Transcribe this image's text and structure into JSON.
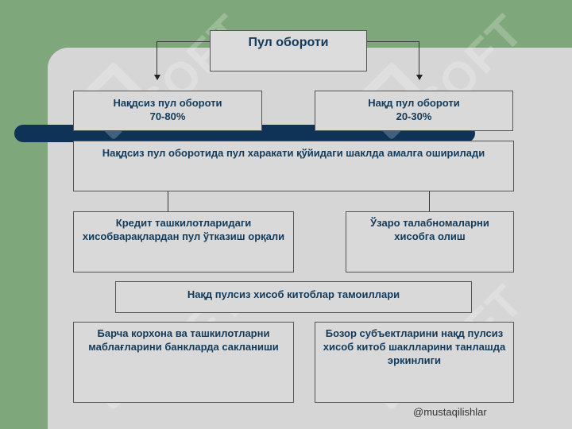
{
  "diagram": {
    "title": "Пул обороти",
    "cashless": {
      "name": "Нақдсиз пул обороти",
      "share": "70-80%"
    },
    "cash": {
      "name": "Нақд пул обороти",
      "share": "20-30%"
    },
    "cashless_movement": "Нақдсиз пул оборотида пул харакати қўйидаги шаклда амалга оширилади",
    "transfer": "Кредит ташкилотларидаги хисобварақлардан пул ўтказиш орқали",
    "offset": "Ўзаро талабномаларни хисобга олиш",
    "principles": "Нақд пулсиз хисоб китоблар тамоиллари",
    "principle_1": "Барча корхона ва ташкилотларни маблағларини банкларда сакланиши",
    "principle_2": "Бозор субъектларини  нақд пулсиз хисоб китоб шаклларини танлашда эркинлиги"
  },
  "footer": {
    "handle": "@mustaqilishlar"
  },
  "watermark": {
    "text": "SOFT"
  },
  "colors": {
    "side_green": "#7ea77c",
    "panel_gray": "#d6d6d6",
    "band_navy": "#0e3356",
    "text_navy": "#123a5a"
  }
}
